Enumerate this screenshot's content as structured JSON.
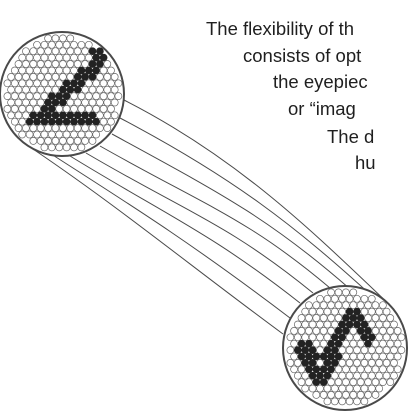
{
  "text_lines": [
    "The flexibility of th",
    "consists of opt",
    "the eyepiec",
    "or “imag",
    "The d",
    "hu"
  ],
  "diagram": {
    "type": "coherent fiber-optic bundle",
    "glyph": "Z",
    "ink_color": "#222222",
    "fiber_fill": "#ffffff",
    "stroke_color": "#4a4a4a"
  }
}
